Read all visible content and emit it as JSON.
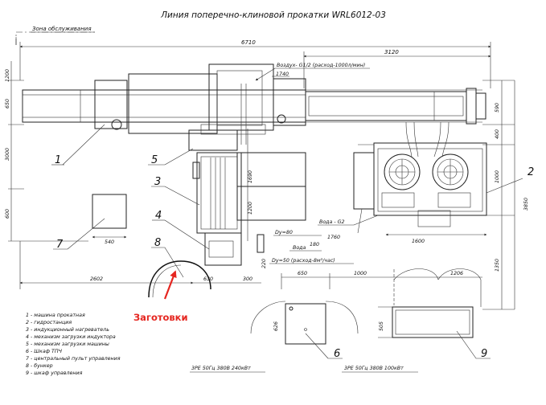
{
  "title": "Линия поперечно-клиновой прокатки WRL6012-03",
  "zone_label": "Зона обслуживания",
  "air_label": "Воздух- G1/2 (расход-1000л/мин)",
  "water_label_1": "Вода - G2",
  "water_label_2": "Вода",
  "du80_label": "Dy=80",
  "du50_label": "Dy=50 (расход-8м³/час)",
  "zagotovki_label": "Заготовки",
  "power_6": "3PE 50Гц 380В 240кВт",
  "power_9": "3PE 50Гц 380В 100кВт",
  "dims": {
    "d6710": "6710",
    "d3120": "3120",
    "d1740": "1740",
    "d1200": "1200",
    "d650_left": "650",
    "d3000": "3000",
    "d600_left": "600",
    "d540": "540",
    "d2602": "2602",
    "d630": "630",
    "d300": "300",
    "d1690": "1690",
    "d1200b": "1200",
    "d1760": "1760",
    "d180": "180",
    "d220": "220",
    "d1600": "1600",
    "d590": "590",
    "d400": "400",
    "d1000": "1000",
    "d3850": "3850",
    "d1350": "1350",
    "d650b": "650",
    "d1000b": "1000",
    "d1206": "1206",
    "d626": "626",
    "d505": "505"
  },
  "callouts": [
    "1",
    "2",
    "3",
    "4",
    "5",
    "6",
    "7",
    "8",
    "9"
  ],
  "legend": [
    "1 - машина прокатная",
    "2 - гидростанция",
    "3 - индукционный нагреватель",
    "4 - механизм загрузки индуктора",
    "5 - механизм загрузки машины",
    "6 - Шкаф ТПЧ",
    "7 - центральный пульт управления",
    "8 - бункер",
    "9 - шкаф управления"
  ],
  "colors": {
    "line": "#222222",
    "accent_red": "#e52620"
  }
}
